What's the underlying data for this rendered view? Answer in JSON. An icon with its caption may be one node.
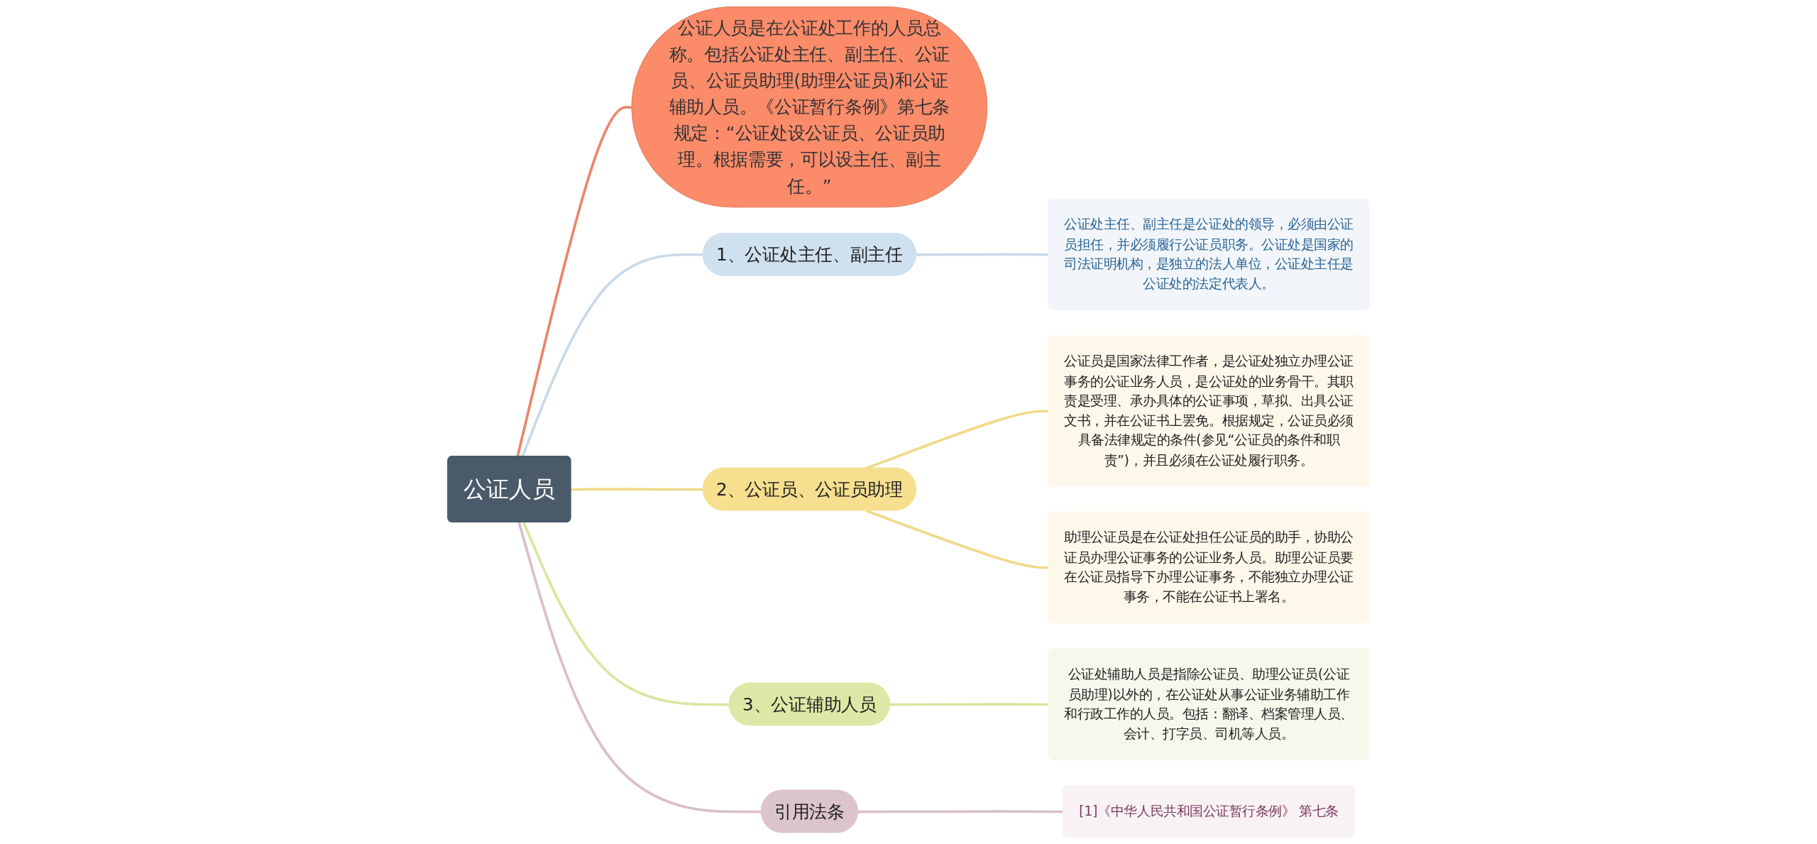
{
  "diagram": {
    "nodes": [
      {
        "text": [
          "公证人员"
        ]
      },
      {
        "text": [
          "公证人员是在公证处工作的人员总称。包括公证处主任、副主任、公证员、公证员助理(助理公证员)和公证辅助人员。《公证暂行条例》第七条规定：“公证处设公证员、公证员助理。根据需要，可以设主任、副主任。”"
        ]
      },
      {
        "text": [
          "1、公证处主任、副主任"
        ]
      },
      {
        "text": [
          "公证处主任、副主任是公证处的领导，必须由公证员担任，并必须履行公证员职务。公证处是国家的司法证明机构，是独立的法人单位，公证处主任是公证处的法定代表人。"
        ]
      },
      {
        "text": [
          "2、公证员、公证员助理"
        ]
      },
      {
        "text": [
          "公证员是国家法律工作者，是公证处独立办理公证事务的公证业务人员，是公证处的业务骨干。其职责是受理、承办具体的公证事项，草拟、出具公证文书，并在公证书上罢免。根据规定，公证员必须具备法律规定的条件(参见“公证员的条件和职责”)，并且必须在公证处履行职务。"
        ]
      },
      {
        "text": [
          "助理公证员是在公证处担任公证员的助手，协助公证员办理公证事务的公证业务人员。助理公证员要在公证员指导下办理公证事务，不能独立办理公证事务，不能在公证书上署名。"
        ]
      },
      {
        "text": [
          "3、公证辅助人员"
        ]
      },
      {
        "text": [
          "公证处辅助人员是指除公证员、助理公证员(公证员助理)以外的，在公证处从事公证业务辅助工作和行政工作的人员。包括：翻译、档案管理人员、会计、打字员、司机等人员。"
        ]
      },
      {
        "text": [
          "引用法条"
        ]
      },
      {
        "text": [
          "[1]《中华人民共和国公证暂行条例》 第七条"
        ]
      }
    ],
    "edges": [
      {
        "from": 0,
        "to": 1,
        "arrow": "none",
        "color": "#e8876a"
      },
      {
        "from": 0,
        "to": 2,
        "arrow": "none",
        "color": "#c9daea"
      },
      {
        "from": 2,
        "to": 3,
        "arrow": "none",
        "color": "#c9daea"
      },
      {
        "from": 0,
        "to": 4,
        "arrow": "none",
        "color": "#f0d98a"
      },
      {
        "from": 4,
        "to": 5,
        "arrow": "none",
        "color": "#f0d98a"
      },
      {
        "from": 4,
        "to": 6,
        "arrow": "none",
        "color": "#f0d98a"
      },
      {
        "from": 0,
        "to": 7,
        "arrow": "none",
        "color": "#d8e6a0"
      },
      {
        "from": 7,
        "to": 8,
        "arrow": "none",
        "color": "#d8e6a0"
      },
      {
        "from": 0,
        "to": 9,
        "arrow": "none",
        "color": "#d9bfc9"
      },
      {
        "from": 9,
        "to": 10,
        "arrow": "none",
        "color": "#d9bfc9"
      }
    ]
  }
}
